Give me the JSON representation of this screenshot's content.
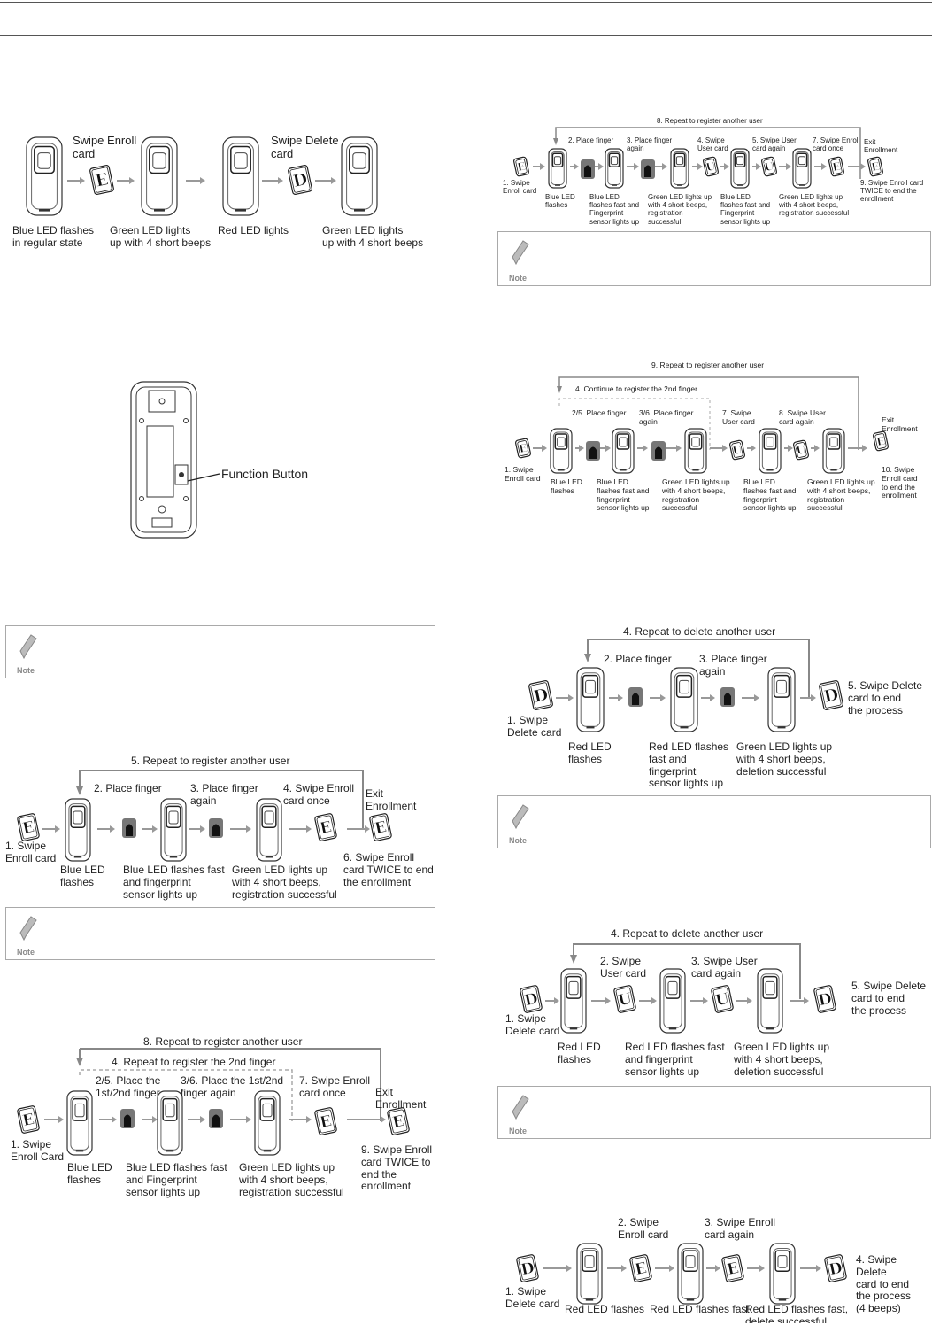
{
  "note_label": "Note",
  "left": {
    "d1": {
      "swipe_enroll": "Swipe Enroll\ncard",
      "swipe_delete": "Swipe Delete\ncard",
      "c1": "Blue LED flashes\nin regular state",
      "c2": "Green LED lights\nup with 4 short beeps",
      "c3": "Red LED lights",
      "c4": "Green LED lights\nup with 4 short beeps"
    },
    "function_button": "Function Button",
    "d2": {
      "top": "5. Repeat to register another user",
      "s2": "2. Place finger",
      "s3": "3. Place finger\nagain",
      "s4": "4. Swipe Enroll\ncard once",
      "exit": "Exit\nEnrollment",
      "s1": "1. Swipe\nEnroll card",
      "c1": "Blue LED\nflashes",
      "c2": "Blue LED flashes fast\nand fingerprint\nsensor lights up",
      "c3": "Green LED lights up\nwith 4 short beeps,\nregistration successful",
      "s6": "6. Swipe Enroll\ncard TWICE to end\nthe enrollment"
    },
    "d3": {
      "top": "8. Repeat to register another user",
      "inner": "4. Repeat to register the 2nd finger",
      "s25": "2/5. Place the\n1st/2nd finger",
      "s36": "3/6. Place the 1st/2nd\nfinger again",
      "s7": "7. Swipe Enroll\ncard once",
      "exit": "Exit\nEnrollment",
      "s1": "1. Swipe\nEnroll Card",
      "c1": "Blue LED\nflashes",
      "c2": "Blue LED flashes fast\nand Fingerprint\nsensor lights up",
      "c3": "Green LED lights up\nwith 4 short beeps,\nregistration successful",
      "s9": "9. Swipe Enroll\ncard TWICE to\nend the\nenrollment"
    }
  },
  "right": {
    "d4": {
      "top": "8. Repeat to register another user",
      "s2": "2. Place finger",
      "s3": "3. Place finger\nagain",
      "s4": "4. Swipe\nUser card",
      "s5": "5. Swipe User\ncard again",
      "s7": "7. Swipe Enroll\ncard once",
      "exit": "Exit\nEnrollment",
      "s1": "1. Swipe\nEnroll card",
      "c1": "Blue LED\nflashes",
      "c2": "Blue LED\nflashes fast and\nFingerprint\nsensor lights up",
      "c3": "Green LED lights up\nwith 4 short beeps,\nregistration\nsuccessful",
      "c4": "Blue LED\nflashes fast and\nFingerprint\nsensor lights up",
      "c5": "Green LED lights up\nwith 4 short beeps,\nregistration successful",
      "s9": "9. Swipe Enroll card\nTWICE to end the\nenrollment"
    },
    "d5": {
      "top": "9. Repeat to register another user",
      "inner": "4. Continue to register the 2nd finger",
      "s25": "2/5. Place finger",
      "s36": "3/6. Place finger\nagain",
      "s7": "7. Swipe\nUser card",
      "s8": "8. Swipe User\ncard again",
      "exit": "Exit\nEnrollment",
      "s1": "1. Swipe\nEnroll card",
      "c1": "Blue LED\nflashes",
      "c2": "Blue LED\nflashes fast and\nfingerprint\nsensor lights up",
      "c3": "Green LED lights up\nwith 4 short beeps,\nregistration\nsuccessful",
      "c4": "Blue LED\nflashes fast and\nfingerprint\nsensor lights up",
      "c5": "Green LED lights up\nwith 4 short beeps,\nregistration\nsuccessful",
      "s10": "10. Swipe\nEnroll card\nto end the\nenrollment"
    },
    "d6": {
      "top": "4. Repeat to delete another user",
      "s2": "2. Place finger",
      "s3": "3. Place finger\nagain",
      "s5": "5. Swipe Delete\ncard to end\nthe process",
      "s1": "1. Swipe\nDelete card",
      "c1": "Red LED\nflashes",
      "c2": "Red LED flashes\nfast and\nfingerprint\nsensor lights up",
      "c3": "Green LED lights up\nwith 4 short beeps,\ndeletion successful"
    },
    "d7": {
      "top": "4. Repeat to delete another user",
      "s2": "2. Swipe\nUser card",
      "s3": "3. Swipe User\ncard again",
      "s5": "5. Swipe Delete\ncard to end\nthe process",
      "s1": "1. Swipe\nDelete card",
      "c1": "Red LED\nflashes",
      "c2": "Red LED flashes fast\nand fingerprint\nsensor lights up",
      "c3": "Green LED lights up\nwith 4 short beeps,\ndeletion successful"
    },
    "d8": {
      "s2": "2. Swipe\nEnroll card",
      "s3": "3. Swipe Enroll\ncard again",
      "s4": "4. Swipe Delete\ncard to end\nthe process\n(4 beeps)",
      "s1": "1. Swipe\nDelete card",
      "c1": "Red LED flashes",
      "c2": "Red LED flashes fast",
      "c3": "Red LED flashes fast,\ndelete successful"
    }
  }
}
